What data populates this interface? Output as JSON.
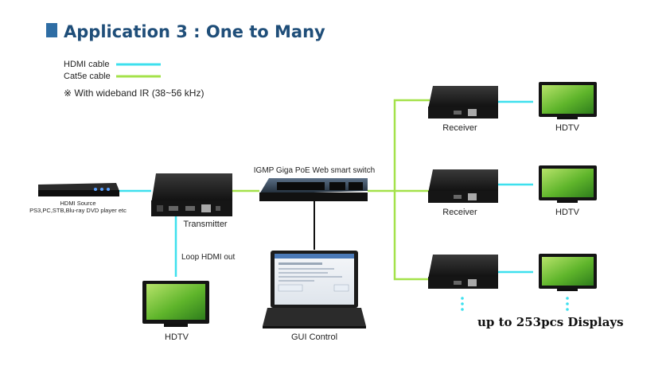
{
  "title": "Application 3 : One to Many",
  "legend": {
    "hdmi_label": "HDMI cable",
    "cat5e_label": "Cat5e cable",
    "ir_note": "※ With wideband IR (38~56 kHz)"
  },
  "colors": {
    "title_text": "#1f4e79",
    "title_square": "#2e6da4",
    "hdmi_cable": "#3ee0ee",
    "cat5e_cable": "#a4e24a",
    "network_line": "#111111"
  },
  "devices": {
    "source_label_line1": "HDMI Source",
    "source_label_line2": "PS3,PC,STB,Blu-ray DVD player etc",
    "transmitter_label": "Transmitter",
    "switch_label": "IGMP Giga PoE Web smart switch",
    "loop_label": "Loop HDMI out",
    "loop_tv_label": "HDTV",
    "gui_label": "GUI Control",
    "receiver1_label": "Receiver",
    "receiver2_label": "Receiver",
    "hdtv1_label": "HDTV",
    "hdtv2_label": "HDTV",
    "displays_note": "up to 253pcs Displays"
  }
}
